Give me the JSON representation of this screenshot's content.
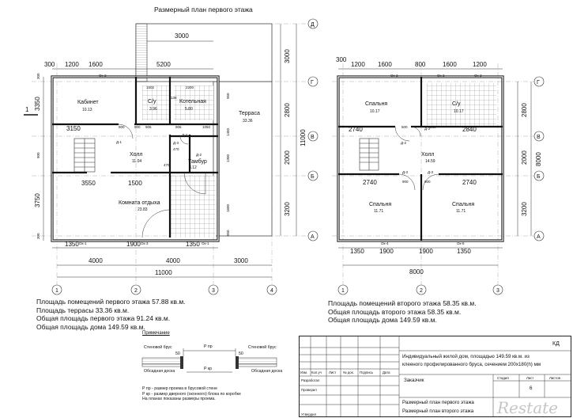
{
  "plan1": {
    "title": "Размерный план первого этажа",
    "top_dims": [
      "3000",
      "300",
      "1200",
      "1600",
      "5200",
      "1502",
      "2200"
    ],
    "bottom_dims": [
      "1350",
      "1900",
      "1350",
      "4000",
      "4000",
      "3000",
      "11000"
    ],
    "inner_dims": [
      "3150",
      "900",
      "900",
      "906",
      "906",
      "1050",
      "3550",
      "1500",
      "138",
      "470",
      "470"
    ],
    "left_dims": [
      "300",
      "3350",
      "900",
      "3750",
      "300"
    ],
    "right_dims": [
      "3000",
      "2800",
      "2000",
      "3200",
      "11000",
      "950",
      "1450",
      "1300",
      "1600",
      "950"
    ],
    "rooms": [
      {
        "name": "Кабинет",
        "area": "10.13"
      },
      {
        "name": "С/у",
        "area": "3.96"
      },
      {
        "name": "Котельная",
        "area": "5.80"
      },
      {
        "name": "Терраса",
        "area": "33.36"
      },
      {
        "name": "Холл",
        "area": "11.04"
      },
      {
        "name": "Тамбур",
        "area": "3.12"
      },
      {
        "name": "Комната отдыха",
        "area": "23.83"
      }
    ],
    "doors": [
      "Д-1",
      "Д-2",
      "Д-3",
      "Д-4"
    ],
    "windows": [
      "Ок-2",
      "Ок-1",
      "Ок-3",
      "Ок-1"
    ],
    "row_axes": [
      "Д",
      "Г",
      "В",
      "Б",
      "А"
    ],
    "col_axes": [
      "1",
      "2",
      "3",
      "4"
    ],
    "section_mark": "1"
  },
  "plan2": {
    "top_dims": [
      "300",
      "1200",
      "1600",
      "800",
      "1600",
      "1200"
    ],
    "bottom_dims": [
      "1350",
      "1900",
      "1900",
      "1350",
      "8000"
    ],
    "inner_dims": [
      "2740",
      "500",
      "800",
      "2840",
      "2740",
      "900",
      "900",
      "2740"
    ],
    "right_dims": [
      "2800",
      "2000",
      "3200",
      "8000"
    ],
    "rooms": [
      {
        "name": "Спальня",
        "area": "10.17"
      },
      {
        "name": "С/у",
        "area": "10.17"
      },
      {
        "name": "Холл",
        "area": "14.59"
      },
      {
        "name": "Спальня",
        "area": "11.71"
      },
      {
        "name": "Спальня",
        "area": "11.71"
      }
    ],
    "doors": [
      "Д-2",
      "Д-3",
      "Д-3",
      "Д-3"
    ],
    "windows": [
      "Ок-2",
      "Ок-2",
      "Ок-2",
      "Ок-4",
      "Ок-5"
    ],
    "row_axes": [
      "Г",
      "В",
      "Б",
      "А"
    ],
    "col_axes": [
      "1",
      "2",
      "3"
    ]
  },
  "stats1": [
    "Площадь помещений первого этажа 57.88 кв.м.",
    "Площадь террасы 33.36 кв.м.",
    "Общая площадь первого этажа 91.24 кв.м.",
    "Общая площадь дома 149.59 кв.м."
  ],
  "stats2": [
    "Площадь помещений второго этажа 58.35 кв.м.",
    "Общая площадь второго этажа 58.35 кв.м.",
    "Общая площадь дома 149.59 кв.м."
  ],
  "note": {
    "title": "Примечание",
    "labels": [
      "Стеновой брус",
      "Стеновой брус",
      "Обсадная доска",
      "Обсадная доска",
      "Р пр",
      "Р кр",
      "50",
      "50"
    ],
    "lines": [
      "Р пр - размер проема в брусовой стене",
      "Р кр - размер дверного (оконного) блока по коробке",
      "На планах показаны размеры проема."
    ]
  },
  "titleblock": {
    "code": "КД",
    "description_1": "Индивидуальный жилой дом, площадью 149.59 кв.м. из",
    "description_2": "клееного профилированного бруса, сечением 200х180(h) мм",
    "headers": [
      "Изм.",
      "Кол.уч",
      "Лист",
      "№ док.",
      "Подпись",
      "Дата"
    ],
    "roles": [
      "Разработал",
      "Проверил",
      "Утвердил"
    ],
    "customer": "Заказчик",
    "stage_headers": [
      "Стадия",
      "Лист",
      "Листов"
    ],
    "sheet": "6",
    "sheet_title_1": "Размерный план первого этажа",
    "sheet_title_2": "Размерный план второго этажа"
  },
  "watermark": "Restate"
}
